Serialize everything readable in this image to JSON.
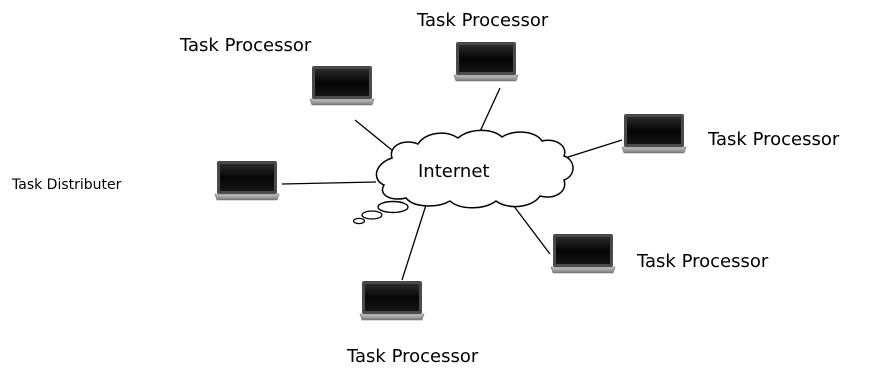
{
  "diagram": {
    "center": {
      "label": "Internet"
    },
    "distributor": {
      "label": "Task Distributer"
    },
    "processors": [
      {
        "label": "Task Processor"
      },
      {
        "label": "Task Processor"
      },
      {
        "label": "Task Processor"
      },
      {
        "label": "Task Processor"
      },
      {
        "label": "Task Processor"
      }
    ]
  },
  "colors": {
    "line": "#000000",
    "laptop_screen": "#0b0b0b",
    "laptop_bezel": "#4a4a4a",
    "laptop_base": "#a8a8a8",
    "cloud_fill": "#ffffff",
    "cloud_stroke": "#000000"
  }
}
